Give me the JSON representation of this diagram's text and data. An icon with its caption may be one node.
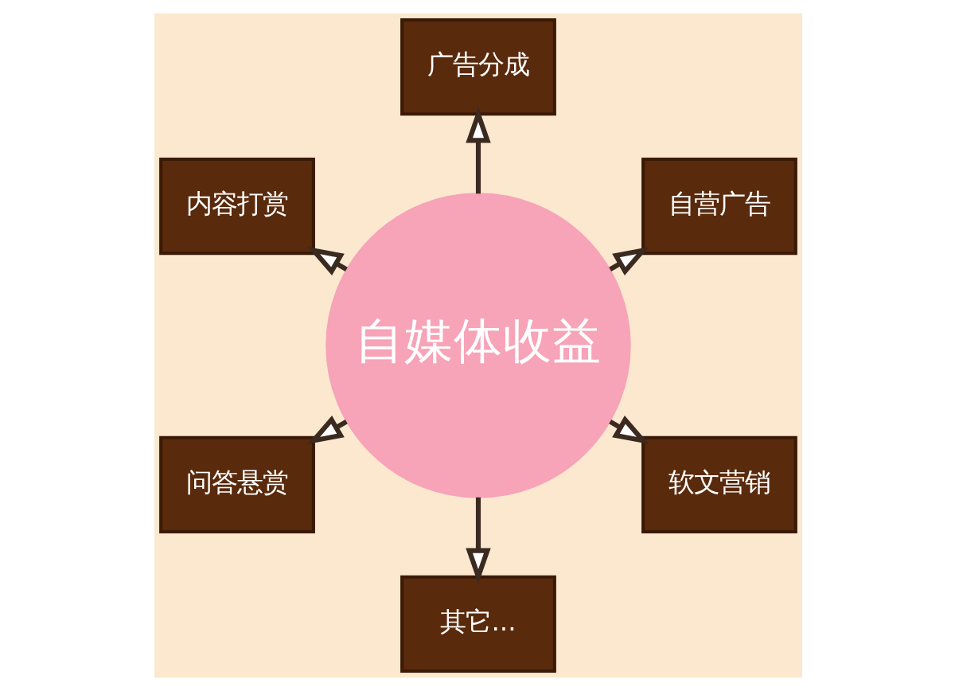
{
  "diagram": {
    "nodes": [
      {
        "text": [
          "广告分成"
        ]
      },
      {
        "text": [
          "内容打赏"
        ]
      },
      {
        "text": [
          "自营广告"
        ]
      },
      {
        "text": [
          "自媒体收益"
        ]
      },
      {
        "text": [
          "问答悬赏"
        ]
      },
      {
        "text": [
          "软文营销"
        ]
      },
      {
        "text": [
          "其它..."
        ]
      }
    ],
    "edges": [
      {
        "from": 3,
        "to": 0,
        "arrow": "to"
      },
      {
        "from": 3,
        "to": 2,
        "arrow": "to"
      },
      {
        "from": 3,
        "to": 5,
        "arrow": "to"
      },
      {
        "from": 3,
        "to": 6,
        "arrow": "to"
      },
      {
        "from": 3,
        "to": 4,
        "arrow": "to"
      },
      {
        "from": 3,
        "to": 1,
        "arrow": "to"
      }
    ]
  }
}
